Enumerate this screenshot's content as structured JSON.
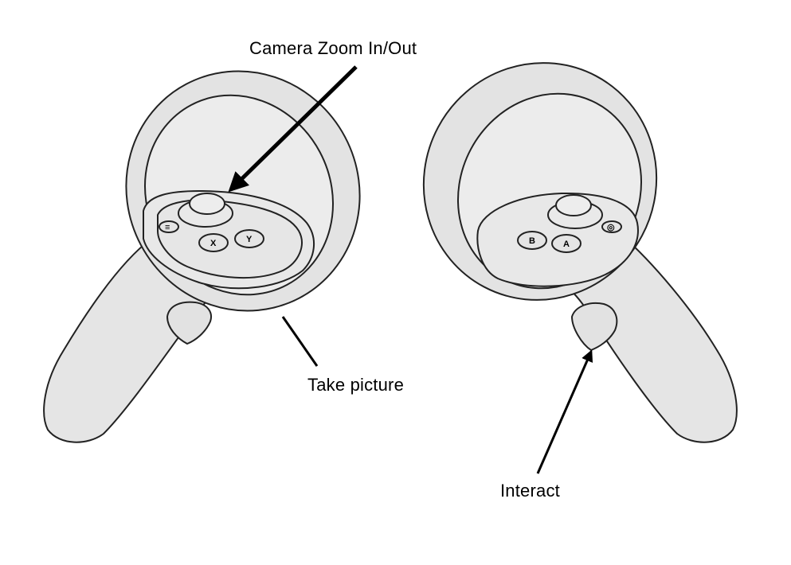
{
  "annotations": {
    "zoom_label": "Camera Zoom In/Out",
    "take_picture_label": "Take picture",
    "interact_label": "Interact"
  },
  "left_controller": {
    "buttons": [
      "X",
      "Y"
    ],
    "menu_glyph": "≡"
  },
  "right_controller": {
    "buttons": [
      "B",
      "A"
    ],
    "system_glyph": "◎"
  },
  "colors": {
    "body_fill": "#e5e5e5",
    "outline": "#222222",
    "arrow": "#000000"
  }
}
